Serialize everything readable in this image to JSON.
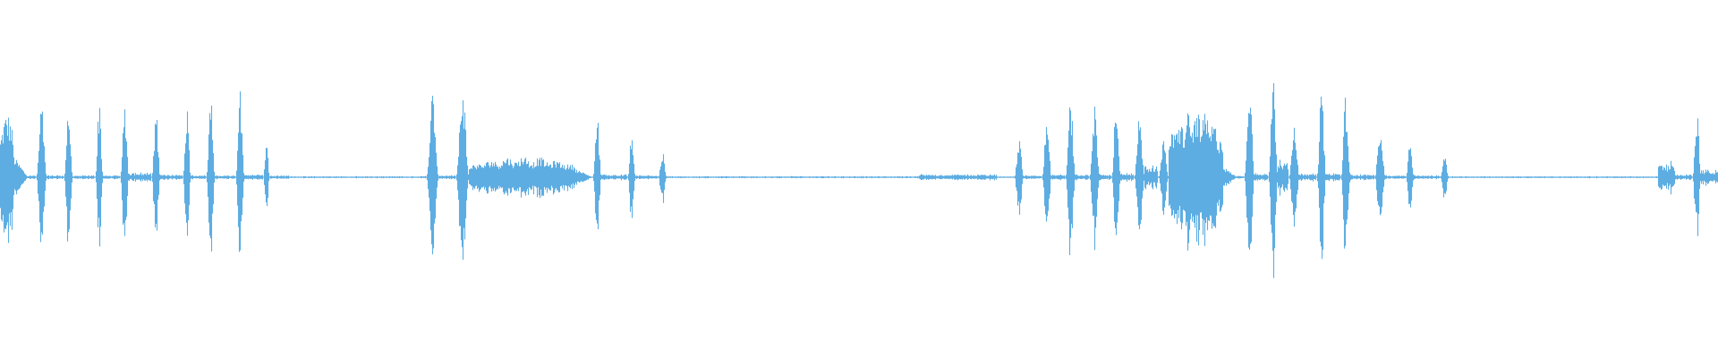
{
  "waveform": {
    "color": "#5dade2",
    "background": "#ffffff",
    "baseline_level": 0.004,
    "segments": [
      {
        "start": 0.0,
        "end": 0.008,
        "level": 0.6,
        "kind": "burst"
      },
      {
        "start": 0.008,
        "end": 0.016,
        "level": 0.2,
        "kind": "decay"
      },
      {
        "start": 0.016,
        "end": 0.021,
        "level": 0.02,
        "kind": "gap"
      },
      {
        "start": 0.021,
        "end": 0.027,
        "level": 0.68,
        "kind": "spike"
      },
      {
        "start": 0.027,
        "end": 0.037,
        "level": 0.02,
        "kind": "gap"
      },
      {
        "start": 0.037,
        "end": 0.042,
        "level": 0.72,
        "kind": "spike"
      },
      {
        "start": 0.042,
        "end": 0.055,
        "level": 0.02,
        "kind": "gap"
      },
      {
        "start": 0.055,
        "end": 0.06,
        "level": 0.74,
        "kind": "spike"
      },
      {
        "start": 0.06,
        "end": 0.07,
        "level": 0.02,
        "kind": "gap"
      },
      {
        "start": 0.07,
        "end": 0.075,
        "level": 0.72,
        "kind": "spike"
      },
      {
        "start": 0.075,
        "end": 0.088,
        "level": 0.05,
        "kind": "ripple"
      },
      {
        "start": 0.088,
        "end": 0.093,
        "level": 0.64,
        "kind": "spike"
      },
      {
        "start": 0.093,
        "end": 0.106,
        "level": 0.03,
        "kind": "ripple"
      },
      {
        "start": 0.106,
        "end": 0.111,
        "level": 0.7,
        "kind": "spike"
      },
      {
        "start": 0.111,
        "end": 0.12,
        "level": 0.02,
        "kind": "gap"
      },
      {
        "start": 0.12,
        "end": 0.125,
        "level": 0.76,
        "kind": "spike"
      },
      {
        "start": 0.125,
        "end": 0.137,
        "level": 0.02,
        "kind": "gap"
      },
      {
        "start": 0.137,
        "end": 0.142,
        "level": 0.84,
        "kind": "spike"
      },
      {
        "start": 0.142,
        "end": 0.153,
        "level": 0.03,
        "kind": "ripple"
      },
      {
        "start": 0.153,
        "end": 0.157,
        "level": 0.48,
        "kind": "spike"
      },
      {
        "start": 0.157,
        "end": 0.168,
        "level": 0.02,
        "kind": "gap"
      },
      {
        "start": 0.168,
        "end": 0.248,
        "level": 0.01,
        "kind": "quiet"
      },
      {
        "start": 0.248,
        "end": 0.255,
        "level": 0.88,
        "kind": "spike"
      },
      {
        "start": 0.255,
        "end": 0.265,
        "level": 0.02,
        "kind": "gap"
      },
      {
        "start": 0.265,
        "end": 0.273,
        "level": 0.9,
        "kind": "spike"
      },
      {
        "start": 0.273,
        "end": 0.335,
        "level": 0.2,
        "kind": "sustained"
      },
      {
        "start": 0.335,
        "end": 0.345,
        "level": 0.08,
        "kind": "decay"
      },
      {
        "start": 0.345,
        "end": 0.35,
        "level": 0.58,
        "kind": "spike"
      },
      {
        "start": 0.35,
        "end": 0.365,
        "level": 0.03,
        "kind": "ripple"
      },
      {
        "start": 0.365,
        "end": 0.37,
        "level": 0.42,
        "kind": "spike"
      },
      {
        "start": 0.37,
        "end": 0.383,
        "level": 0.02,
        "kind": "gap"
      },
      {
        "start": 0.383,
        "end": 0.388,
        "level": 0.24,
        "kind": "spike"
      },
      {
        "start": 0.388,
        "end": 0.535,
        "level": 0.01,
        "kind": "quiet"
      },
      {
        "start": 0.535,
        "end": 0.58,
        "level": 0.03,
        "kind": "ripple"
      },
      {
        "start": 0.58,
        "end": 0.59,
        "level": 0.01,
        "kind": "quiet"
      },
      {
        "start": 0.59,
        "end": 0.596,
        "level": 0.36,
        "kind": "spike"
      },
      {
        "start": 0.596,
        "end": 0.606,
        "level": 0.02,
        "kind": "gap"
      },
      {
        "start": 0.606,
        "end": 0.612,
        "level": 0.6,
        "kind": "spike"
      },
      {
        "start": 0.612,
        "end": 0.62,
        "level": 0.03,
        "kind": "gap"
      },
      {
        "start": 0.62,
        "end": 0.626,
        "level": 0.72,
        "kind": "spike"
      },
      {
        "start": 0.626,
        "end": 0.634,
        "level": 0.03,
        "kind": "gap"
      },
      {
        "start": 0.634,
        "end": 0.64,
        "level": 0.68,
        "kind": "spike"
      },
      {
        "start": 0.64,
        "end": 0.647,
        "level": 0.03,
        "kind": "gap"
      },
      {
        "start": 0.647,
        "end": 0.652,
        "level": 0.78,
        "kind": "spike"
      },
      {
        "start": 0.652,
        "end": 0.66,
        "level": 0.04,
        "kind": "gap"
      },
      {
        "start": 0.66,
        "end": 0.666,
        "level": 0.64,
        "kind": "spike"
      },
      {
        "start": 0.666,
        "end": 0.674,
        "level": 0.12,
        "kind": "ripple"
      },
      {
        "start": 0.674,
        "end": 0.68,
        "level": 0.34,
        "kind": "spike"
      },
      {
        "start": 0.68,
        "end": 0.712,
        "level": 0.66,
        "kind": "sustained"
      },
      {
        "start": 0.712,
        "end": 0.72,
        "level": 0.1,
        "kind": "decay"
      },
      {
        "start": 0.72,
        "end": 0.724,
        "level": 0.02,
        "kind": "gap"
      },
      {
        "start": 0.724,
        "end": 0.73,
        "level": 1.0,
        "kind": "spike"
      },
      {
        "start": 0.73,
        "end": 0.738,
        "level": 0.04,
        "kind": "gap"
      },
      {
        "start": 0.738,
        "end": 0.744,
        "level": 0.96,
        "kind": "spike"
      },
      {
        "start": 0.744,
        "end": 0.75,
        "level": 0.2,
        "kind": "ripple"
      },
      {
        "start": 0.75,
        "end": 0.756,
        "level": 0.58,
        "kind": "spike"
      },
      {
        "start": 0.756,
        "end": 0.766,
        "level": 0.04,
        "kind": "gap"
      },
      {
        "start": 0.766,
        "end": 0.772,
        "level": 0.82,
        "kind": "spike"
      },
      {
        "start": 0.772,
        "end": 0.78,
        "level": 0.04,
        "kind": "gap"
      },
      {
        "start": 0.78,
        "end": 0.786,
        "level": 0.78,
        "kind": "spike"
      },
      {
        "start": 0.786,
        "end": 0.8,
        "level": 0.03,
        "kind": "ripple"
      },
      {
        "start": 0.8,
        "end": 0.806,
        "level": 0.56,
        "kind": "spike"
      },
      {
        "start": 0.806,
        "end": 0.818,
        "level": 0.02,
        "kind": "gap"
      },
      {
        "start": 0.818,
        "end": 0.823,
        "level": 0.42,
        "kind": "spike"
      },
      {
        "start": 0.823,
        "end": 0.838,
        "level": 0.02,
        "kind": "gap"
      },
      {
        "start": 0.838,
        "end": 0.843,
        "level": 0.22,
        "kind": "spike"
      },
      {
        "start": 0.843,
        "end": 0.965,
        "level": 0.01,
        "kind": "quiet"
      },
      {
        "start": 0.965,
        "end": 0.975,
        "level": 0.16,
        "kind": "ripple"
      },
      {
        "start": 0.975,
        "end": 0.985,
        "level": 0.03,
        "kind": "gap"
      },
      {
        "start": 0.985,
        "end": 0.99,
        "level": 0.62,
        "kind": "spike"
      },
      {
        "start": 0.99,
        "end": 1.0,
        "level": 0.08,
        "kind": "ripple"
      }
    ]
  }
}
